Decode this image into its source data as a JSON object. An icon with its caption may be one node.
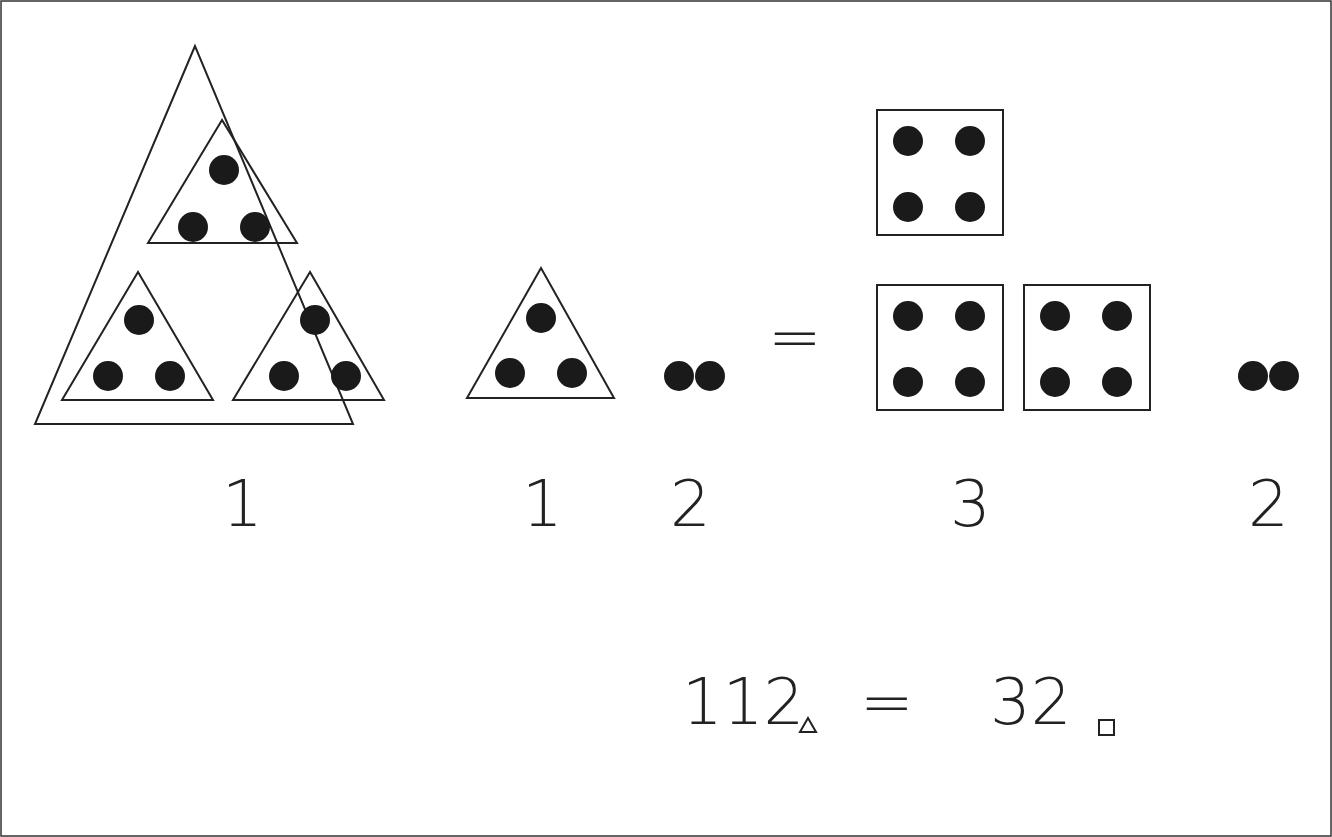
{
  "diagram": {
    "labels": [
      "=",
      "1",
      "1",
      "2",
      "3",
      "2",
      "112",
      "=",
      "32"
    ]
  }
}
